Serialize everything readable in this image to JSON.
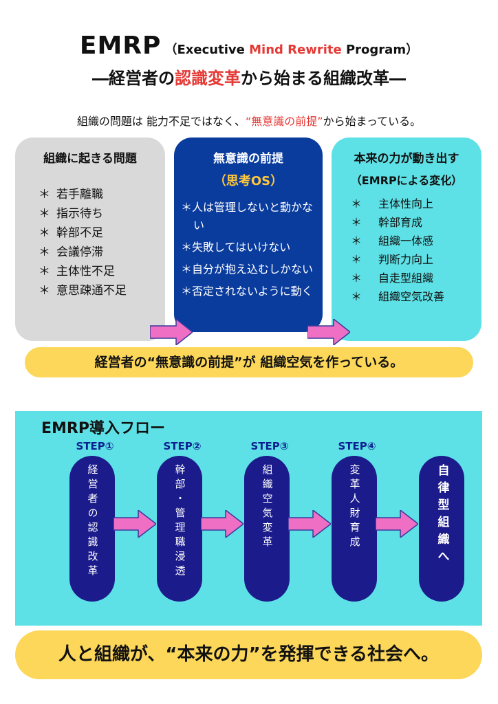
{
  "header": {
    "title_main": "EMRP",
    "title_paren_open": "（Executive ",
    "title_paren_highlight": "Mind Rewrite",
    "title_paren_close": " Program）",
    "subtitle_prefix": "―経営者の",
    "subtitle_highlight": "認識変革",
    "subtitle_suffix": "から始まる組織改革―",
    "intro_prefix": "組織の問題は 能力不足ではなく、",
    "intro_highlight": "“無意識の前提”",
    "intro_suffix": "から始まっている。"
  },
  "cards": {
    "problems": {
      "heading": "組織に起きる問題",
      "star": "＊",
      "items": [
        "若手離職",
        "指示待ち",
        "幹部不足",
        "会議停滞",
        "主体性不足",
        "意思疎通不足"
      ]
    },
    "assumptions": {
      "heading": "無意識の前提",
      "sub": "（思考OS）",
      "items": [
        "＊人は管理しないと動かない",
        "＊失敗してはいけない",
        "＊自分が抱え込むしかない",
        "＊否定されないように動く"
      ]
    },
    "change": {
      "heading": "本来の力が動き出す",
      "sub": "（EMRPによる変化）",
      "star": "＊",
      "items": [
        "主体性向上",
        "幹部育成",
        "組織一体感",
        "判断力向上",
        "自走型組織",
        "組織空気改善"
      ]
    }
  },
  "banner_text": "経営者の“無意識の前提”が 組織空気を作っている。",
  "flow": {
    "title": "EMRP導入フロー",
    "steps": [
      {
        "label": "STEP①",
        "text": "経営者の認識改革"
      },
      {
        "label": "STEP②",
        "text": "幹部・管理職浸透"
      },
      {
        "label": "STEP③",
        "text": "組織空気変革"
      },
      {
        "label": "STEP④",
        "text": "変革人財育成"
      }
    ],
    "final": "自律型組織へ"
  },
  "bottom_banner": "人と組織が、“本来の力”を発揮できる社会へ。",
  "colors": {
    "accent_red": "#e53935",
    "navy": "#0a3c9e",
    "cyan": "#5ee1e6",
    "yellow": "#fcd75a",
    "arrow_pink": "#ee6fc3"
  }
}
